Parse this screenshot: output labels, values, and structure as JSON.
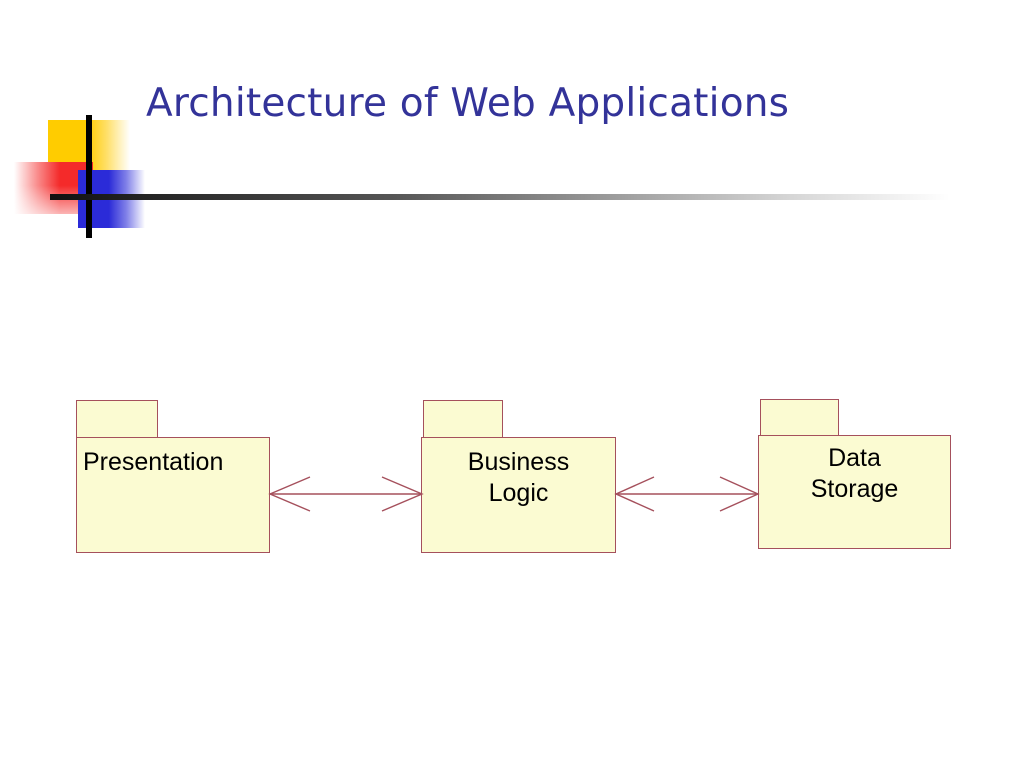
{
  "slide": {
    "title": "Architecture of Web Applications",
    "background_color": "#FFFFFF",
    "title_color": "#333399"
  },
  "logo": {
    "name": "decorative-slide-logo",
    "yellow_color": "#FFCC00",
    "red_color": "#F42A2A",
    "blue_color": "#2B2BD8",
    "bar_color": "#000000"
  },
  "diagram": {
    "type": "uml-package-diagram",
    "package_fill": "#FBFBD2",
    "package_border": "#A5505C",
    "connector_color": "#A5505C",
    "packages": [
      {
        "id": "presentation",
        "label": "Presentation",
        "align": "left"
      },
      {
        "id": "business",
        "label": "Business\nLogic",
        "align": "center"
      },
      {
        "id": "data",
        "label": "Data\nStorage",
        "align": "center"
      }
    ],
    "connectors": [
      {
        "id": "connector-1",
        "from": "presentation",
        "to": "business",
        "direction": "bidirectional"
      },
      {
        "id": "connector-2",
        "from": "business",
        "to": "data",
        "direction": "bidirectional"
      }
    ]
  }
}
